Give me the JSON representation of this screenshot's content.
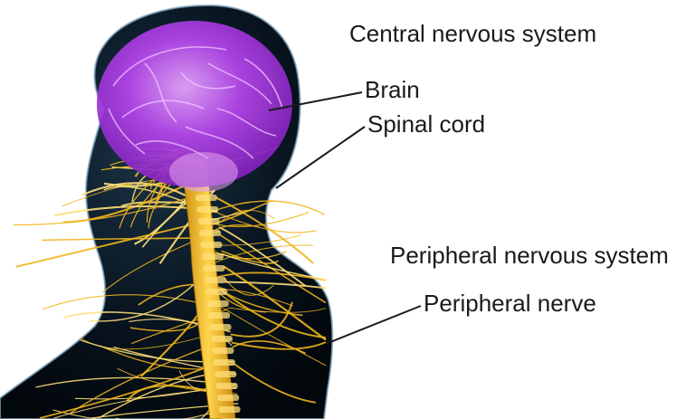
{
  "figure": {
    "central_title": "Central nervous system",
    "brain_label": "Brain",
    "spinal_label": "Spinal cord",
    "peripheral_title": "Peripheral nervous system",
    "nerve_label": "Peripheral nerve"
  },
  "colors": {
    "body": "#06111c",
    "body_edge": "#8fb3c9",
    "brain": "#b243e8",
    "brain_light": "#e08cff",
    "nerves": "#f0b51c",
    "nerves_light": "#ffe07a",
    "leader": "#1a1a1a"
  }
}
